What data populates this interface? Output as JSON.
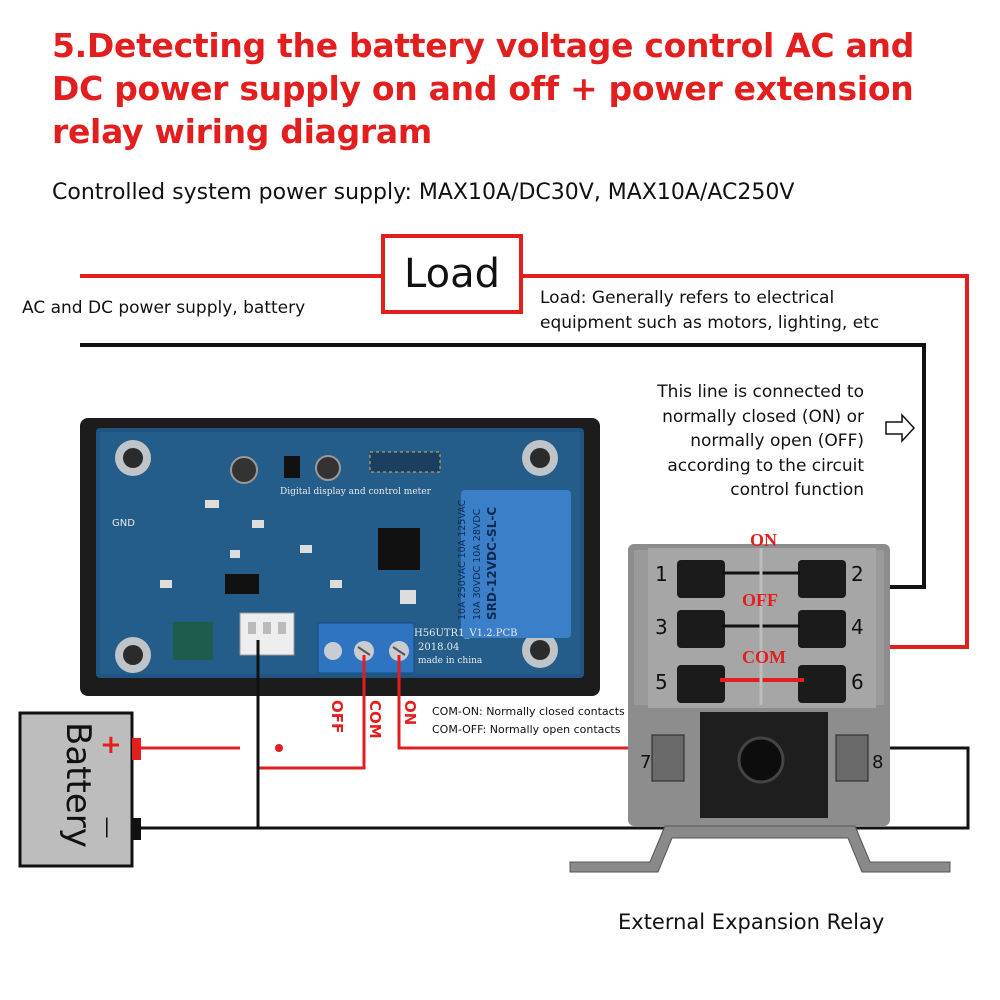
{
  "title": "5.Detecting the battery voltage control AC and DC power supply on and off + power extension relay wiring diagram",
  "subtitle": "Controlled system power supply: MAX10A/DC30V, MAX10A/AC250V",
  "load_label": "Load",
  "power_supply_label": "AC and DC power supply, battery",
  "load_note_line1": "Load: Generally refers to electrical",
  "load_note_line2": "equipment such as motors, lighting, etc",
  "line_note": [
    "This line is connected to",
    "normally closed (ON) or",
    "normally open (OFF)",
    "according to the circuit",
    "control function"
  ],
  "battery_label": "Battery",
  "battery_plus": "+",
  "battery_minus": "—",
  "terminal_labels": {
    "off": "OFF",
    "com": "COM",
    "on": "ON"
  },
  "contact_notes": [
    "COM-ON: Normally closed contacts",
    "COM-OFF: Normally open contacts"
  ],
  "relay_labels": {
    "on": "ON",
    "off": "OFF",
    "com": "COM"
  },
  "relay_pins": [
    "1",
    "2",
    "3",
    "4",
    "5",
    "6",
    "7",
    "8"
  ],
  "relay_caption": "External Expansion Relay",
  "board_texts": {
    "relay_print": [
      "10A 250VAC  10A 125VAC",
      "10A 30VDC  10A 28VDC",
      "SRD-12VDC-SL-C"
    ],
    "pcb_name": "H56UTR1_V1.2.PCB",
    "pcb_date": "2018.04",
    "pcb_made": "made in china",
    "board_caption": "Digital display and control meter",
    "gnd": "GND"
  },
  "colors": {
    "accent": "#e31e1e",
    "wire_black": "#111111",
    "pcb": "#1d4f7a",
    "relay_blue": "#3a7fc8"
  }
}
